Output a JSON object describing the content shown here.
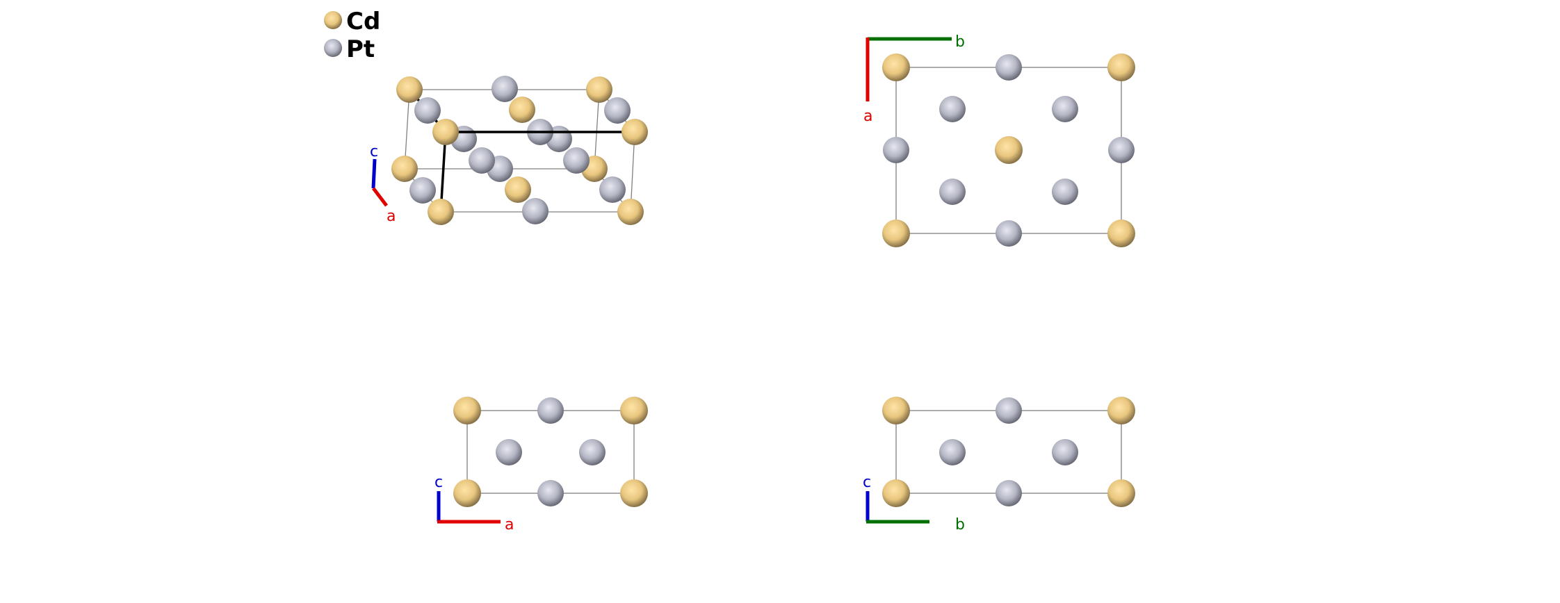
{
  "legend": {
    "items": [
      {
        "label": "Cd",
        "element": "Cd",
        "color": "#E8C67E"
      },
      {
        "label": "Pt",
        "element": "Pt",
        "color": "#B4B6C4"
      }
    ]
  },
  "axes": {
    "a": {
      "label": "a",
      "color": "#E00000"
    },
    "b": {
      "label": "b",
      "color": "#007000"
    },
    "c": {
      "label": "c",
      "color": "#0000CC"
    }
  },
  "views": [
    {
      "name": "perspective-view",
      "axes_shown": [
        "c",
        "a"
      ]
    },
    {
      "name": "view-along-c",
      "axes_shown": [
        "a",
        "b"
      ]
    },
    {
      "name": "view-along-b",
      "axes_shown": [
        "c",
        "a"
      ]
    },
    {
      "name": "view-along-a",
      "axes_shown": [
        "c",
        "b"
      ]
    }
  ]
}
